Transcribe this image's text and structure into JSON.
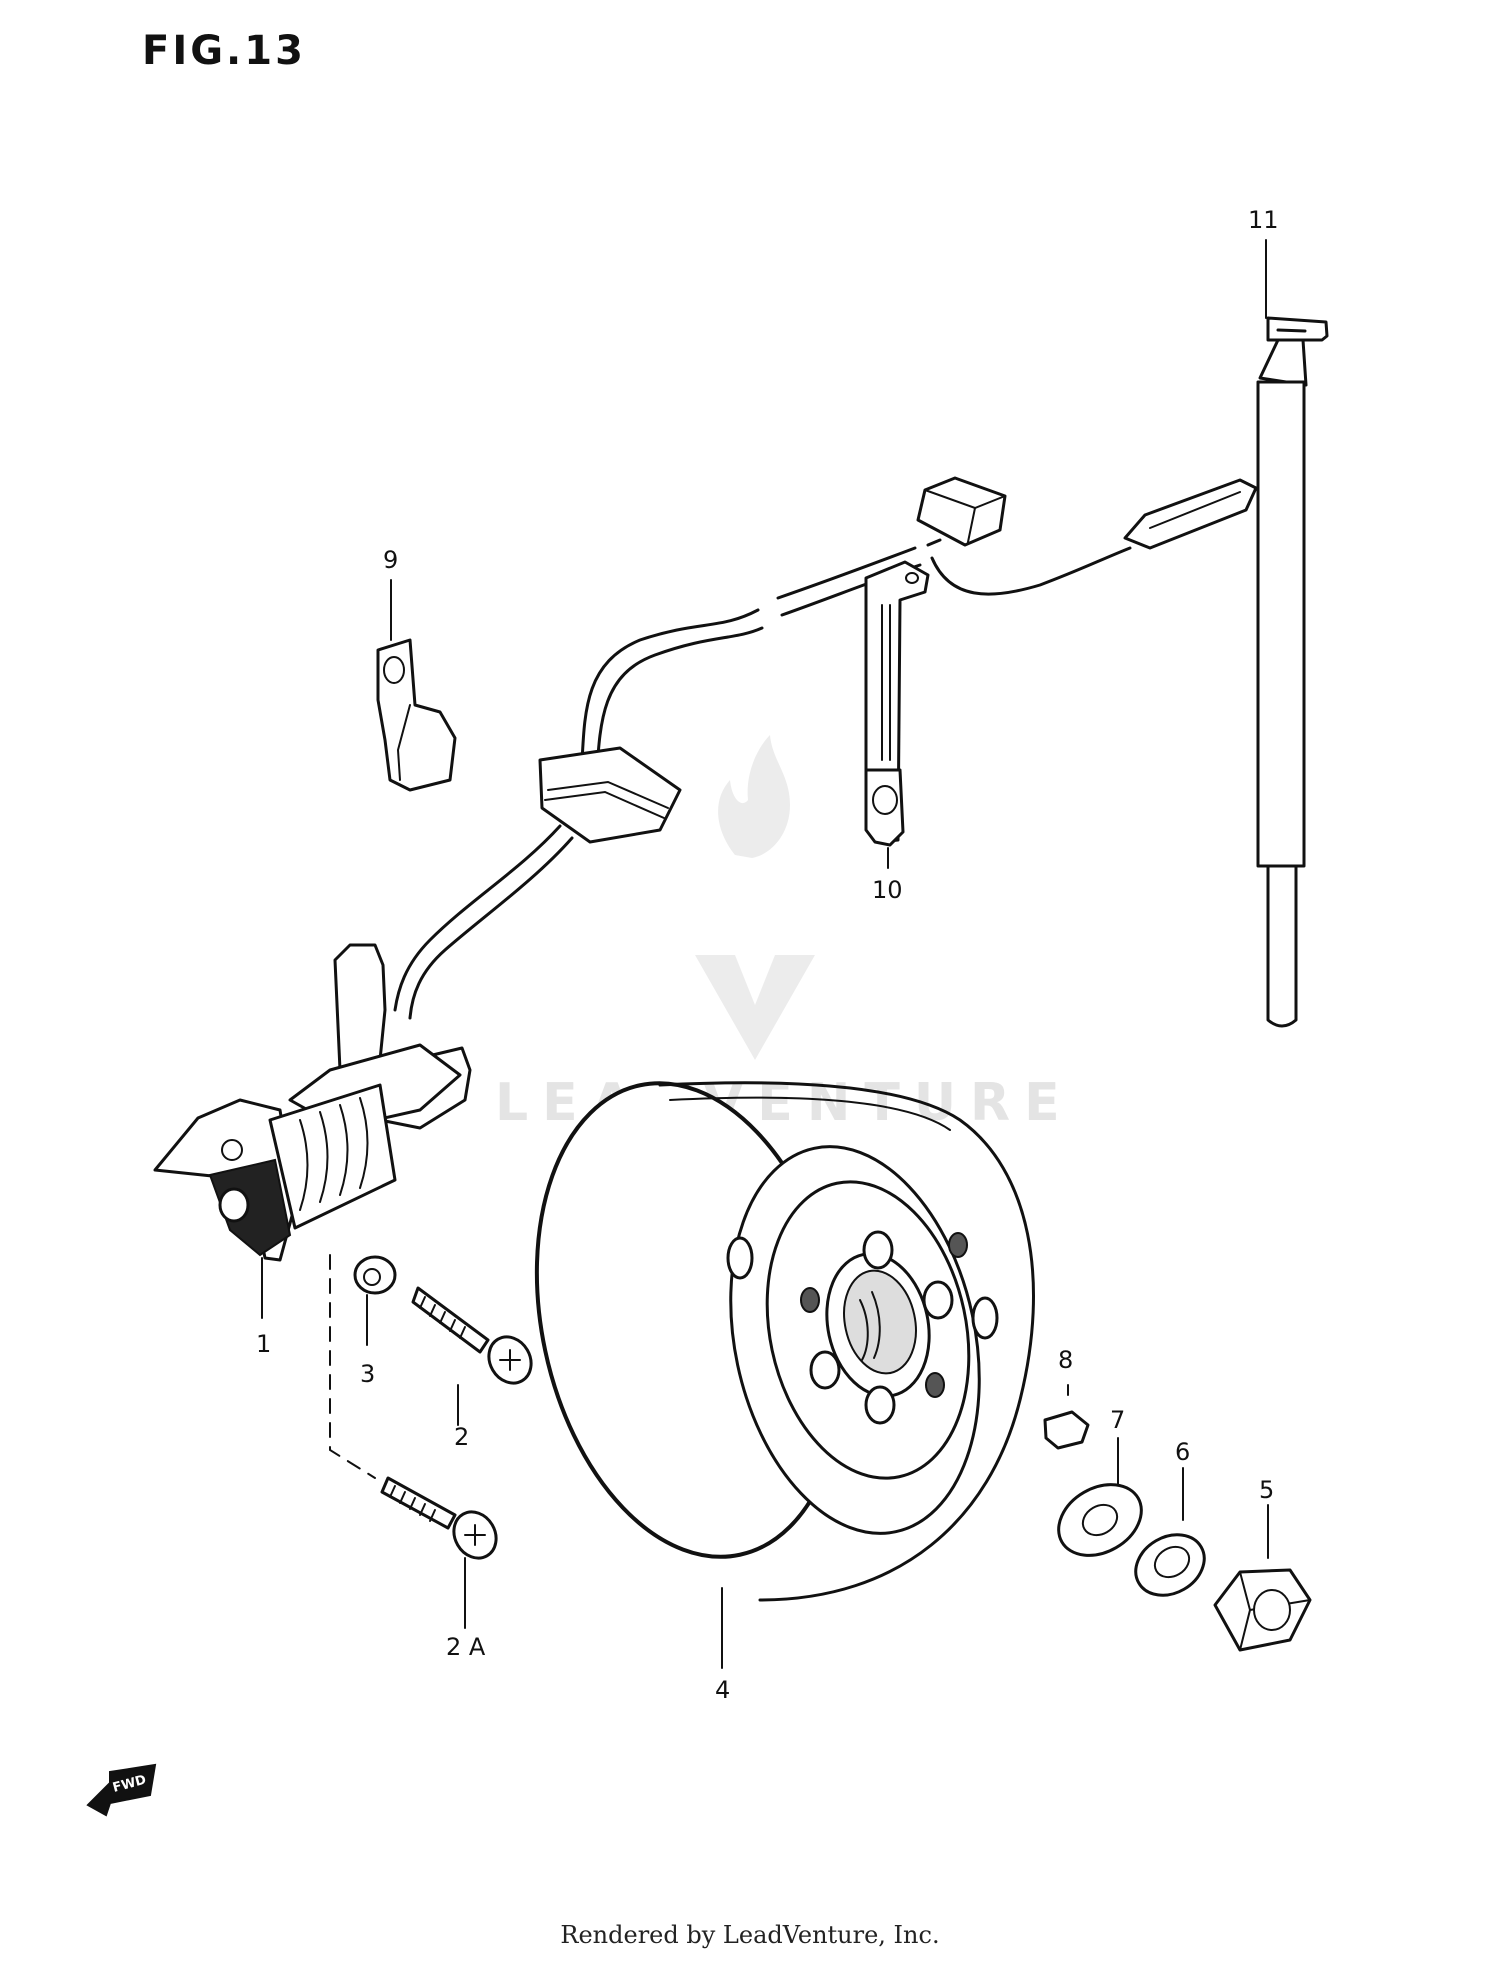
{
  "figure": {
    "title": "FIG.13",
    "watermark": "LEADVENTURE",
    "front_marker": "FWD",
    "footer": "Rendered by LeadVenture, Inc."
  },
  "callouts": {
    "c1": "1",
    "c2": "2",
    "c2a": "2 A",
    "c3": "3",
    "c4": "4",
    "c5": "5",
    "c6": "6",
    "c7": "7",
    "c8": "8",
    "c9": "9",
    "c10": "10",
    "c11": "11"
  }
}
